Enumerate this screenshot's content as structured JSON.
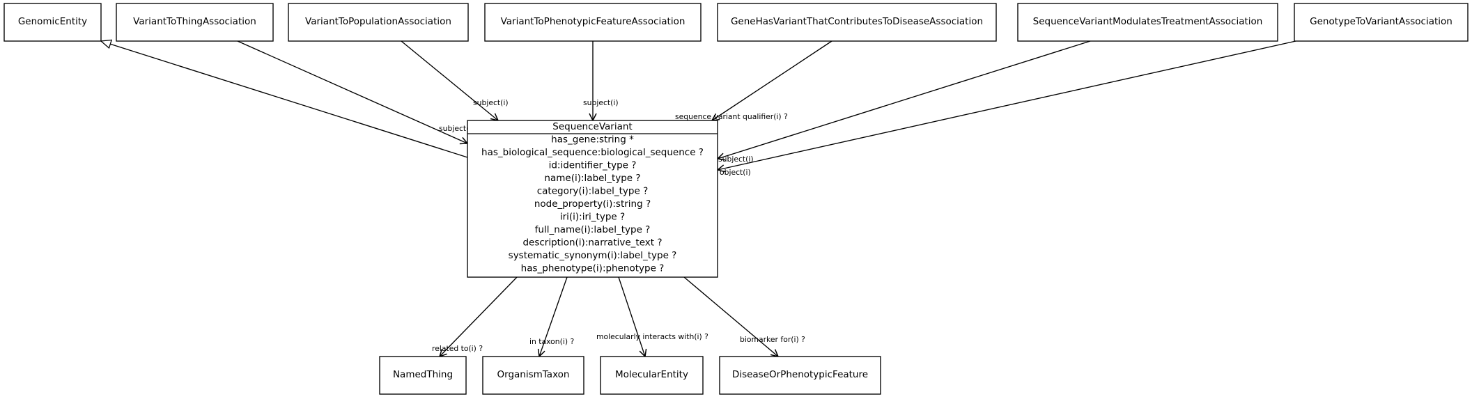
{
  "diagram": {
    "nodes": {
      "genomic_entity": "GenomicEntity",
      "variant_to_thing": "VariantToThingAssociation",
      "variant_to_population": "VariantToPopulationAssociation",
      "variant_to_phenotypic_feature": "VariantToPhenotypicFeatureAssociation",
      "gene_has_variant": "GeneHasVariantThatContributesToDiseaseAssociation",
      "sequence_variant_modulates": "SequenceVariantModulatesTreatmentAssociation",
      "genotype_to_variant": "GenotypeToVariantAssociation",
      "named_thing": "NamedThing",
      "organism_taxon": "OrganismTaxon",
      "molecular_entity": "MolecularEntity",
      "disease_or_phenotypic_feature": "DiseaseOrPhenotypicFeature"
    },
    "main_class": {
      "name": "SequenceVariant",
      "attributes": [
        "has_gene:string *",
        "has_biological_sequence:biological_sequence ?",
        "id:identifier_type ?",
        "name(i):label_type ?",
        "category(i):label_type ?",
        "node_property(i):string ?",
        "iri(i):iri_type ?",
        "full_name(i):label_type ?",
        "description(i):narrative_text ?",
        "systematic_synonym(i):label_type ?",
        "has_phenotype(i):phenotype ?"
      ]
    },
    "edge_labels": {
      "variant_to_thing": "subject(i)",
      "variant_to_population": "subject(i)",
      "variant_to_phenotypic_feature": "subject(i)",
      "gene_has_variant": "sequence variant qualifier(i) ?",
      "sequence_variant_modulates": "subject(i)",
      "genotype_to_variant": "object(i)",
      "related_to": "related to(i) ?",
      "in_taxon": "in taxon(i) ?",
      "molecularly_interacts_with": "molecularly interacts with(i) ?",
      "biomarker_for": "biomarker for(i) ?"
    }
  }
}
